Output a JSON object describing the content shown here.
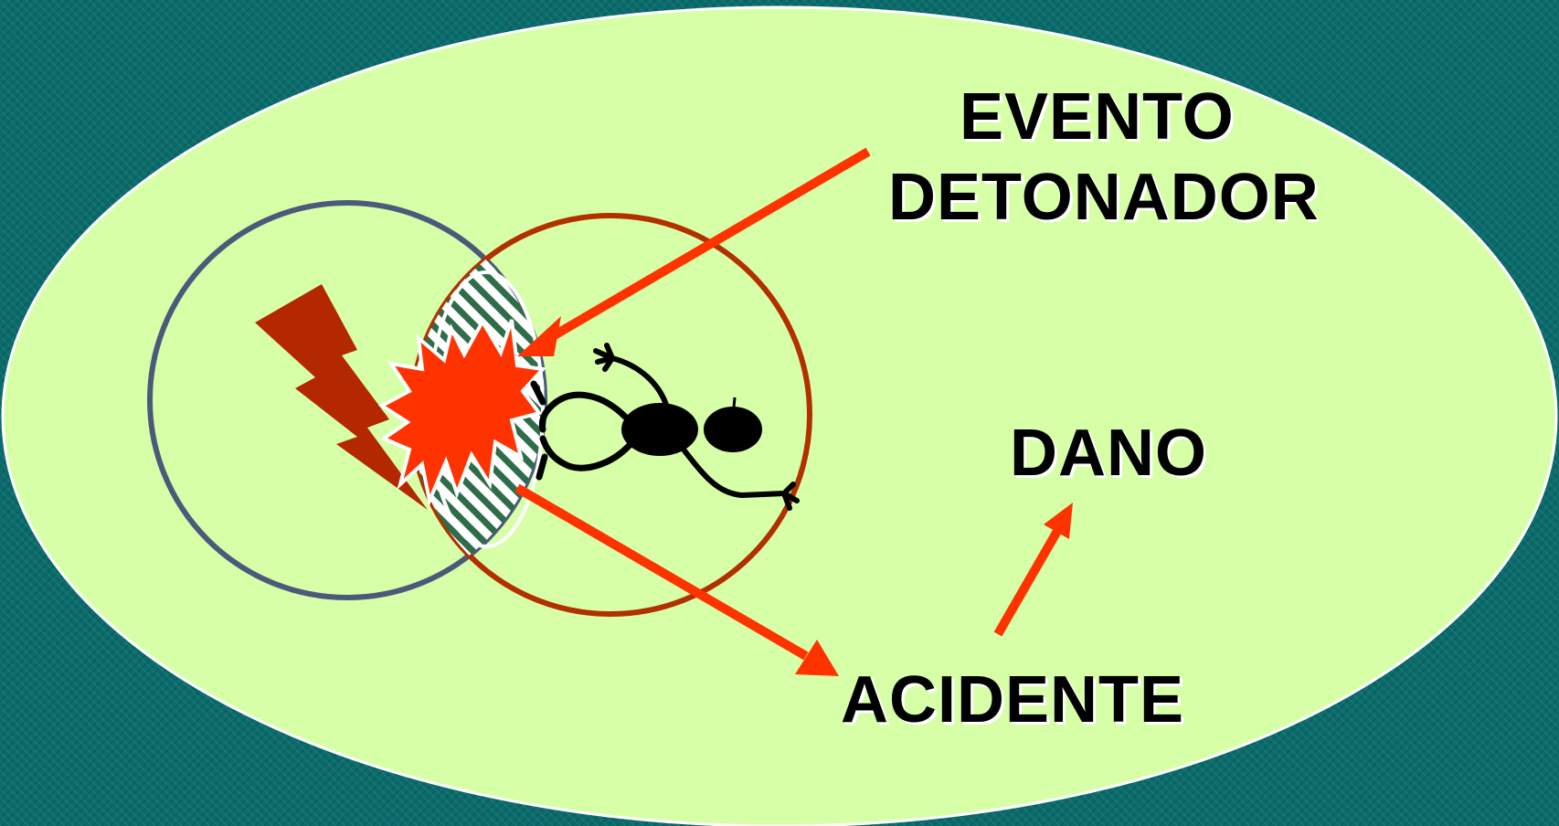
{
  "labels": {
    "evento": "EVENTO",
    "detonador": "DETONADOR",
    "dano": "DANO",
    "acidente": "ACIDENTE"
  },
  "colors": {
    "background": "#0a6b6b",
    "ellipse_fill": "#d6ffa8",
    "hazard_circle": "#4b5a7a",
    "person_circle": "#b23000",
    "arrow": "#ff3300",
    "lightning": "#b32800",
    "explosion": "#ff3300",
    "hatch": "#2f6d4a",
    "text": "#000000"
  },
  "icons": [
    "lightning-bolt-icon",
    "explosion-icon",
    "stick-figure-icon"
  ]
}
